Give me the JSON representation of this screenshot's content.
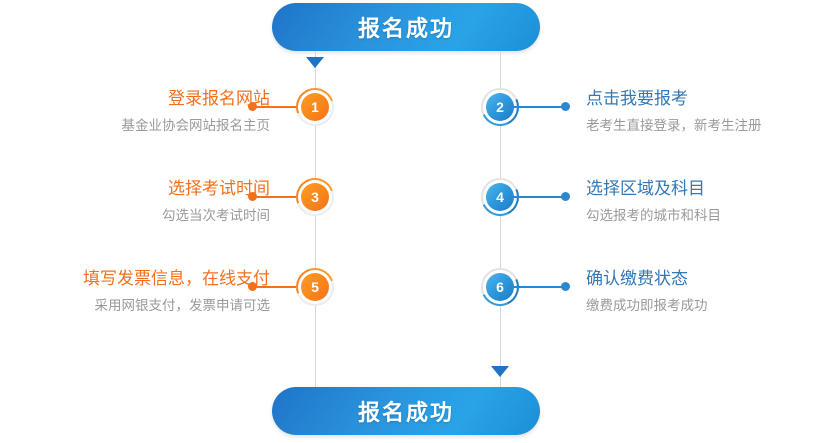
{
  "banners": {
    "top": {
      "label": "报名成功"
    },
    "bottom": {
      "label": "报名成功"
    }
  },
  "colors": {
    "orange": "#f4701a",
    "blue": "#3178b9",
    "banner_blue_dark": "#1f74c8",
    "banner_blue_light": "#2aa3e7",
    "subtitle_gray": "#9a9a9a",
    "spine_gray": "#d6d6d6"
  },
  "steps": [
    {
      "number": "1",
      "side": "left",
      "accent": "orange",
      "title": "登录报名网站",
      "subtitle": "基金业协会网站报名主页"
    },
    {
      "number": "2",
      "side": "right",
      "accent": "blue",
      "title": "点击我要报考",
      "subtitle": "老考生直接登录，新考生注册"
    },
    {
      "number": "3",
      "side": "left",
      "accent": "orange",
      "title": "选择考试时间",
      "subtitle": "勾选当次考试时间"
    },
    {
      "number": "4",
      "side": "right",
      "accent": "blue",
      "title": "选择区域及科目",
      "subtitle": "勾选报考的城市和科目"
    },
    {
      "number": "5",
      "side": "left",
      "accent": "orange",
      "title": "填写发票信息，在线支付",
      "subtitle": "采用网银支付，发票申请可选"
    },
    {
      "number": "6",
      "side": "right",
      "accent": "blue",
      "title": "确认缴费状态",
      "subtitle": "缴费成功即报考成功"
    }
  ]
}
